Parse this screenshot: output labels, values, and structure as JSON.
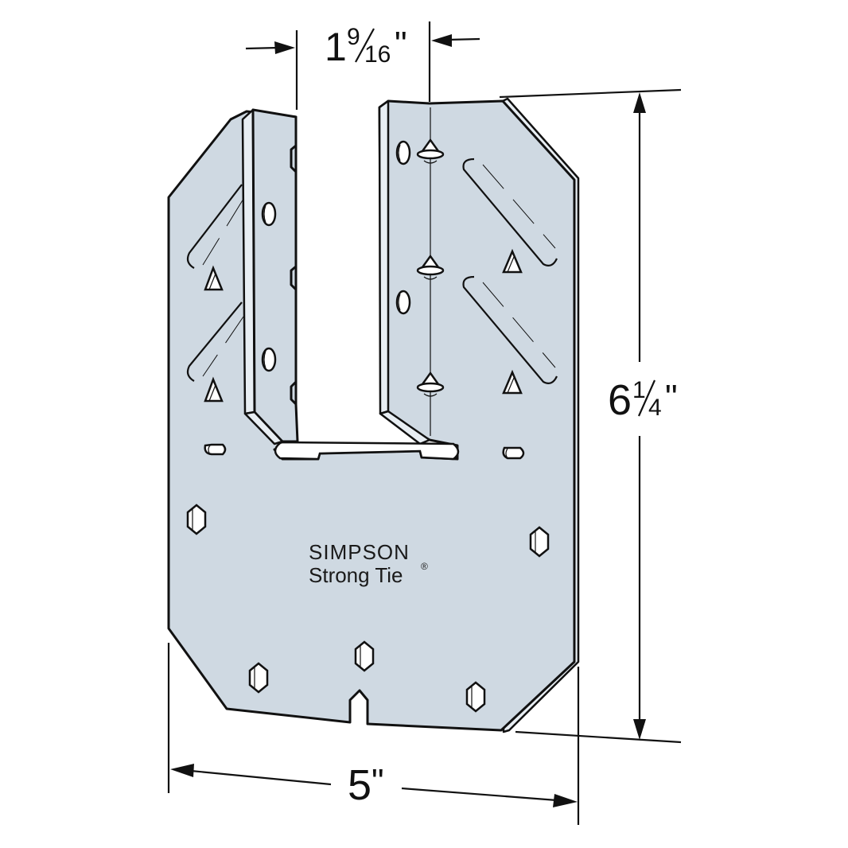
{
  "diagram": {
    "subject": "Angled post-cap bracket",
    "colors": {
      "plate": "#cfd9e2",
      "outline": "#111111",
      "background": "#ffffff"
    },
    "dimensions": {
      "gap_width": {
        "whole": "1",
        "num": "9",
        "den": "16",
        "unit": "\""
      },
      "height": {
        "whole": "6",
        "num": "1",
        "den": "4",
        "unit": "\""
      },
      "width": {
        "whole": "5",
        "unit": "\""
      }
    },
    "logo": {
      "line1": "SIMPSON",
      "line2": "Strong Tie",
      "mark": "®"
    }
  }
}
